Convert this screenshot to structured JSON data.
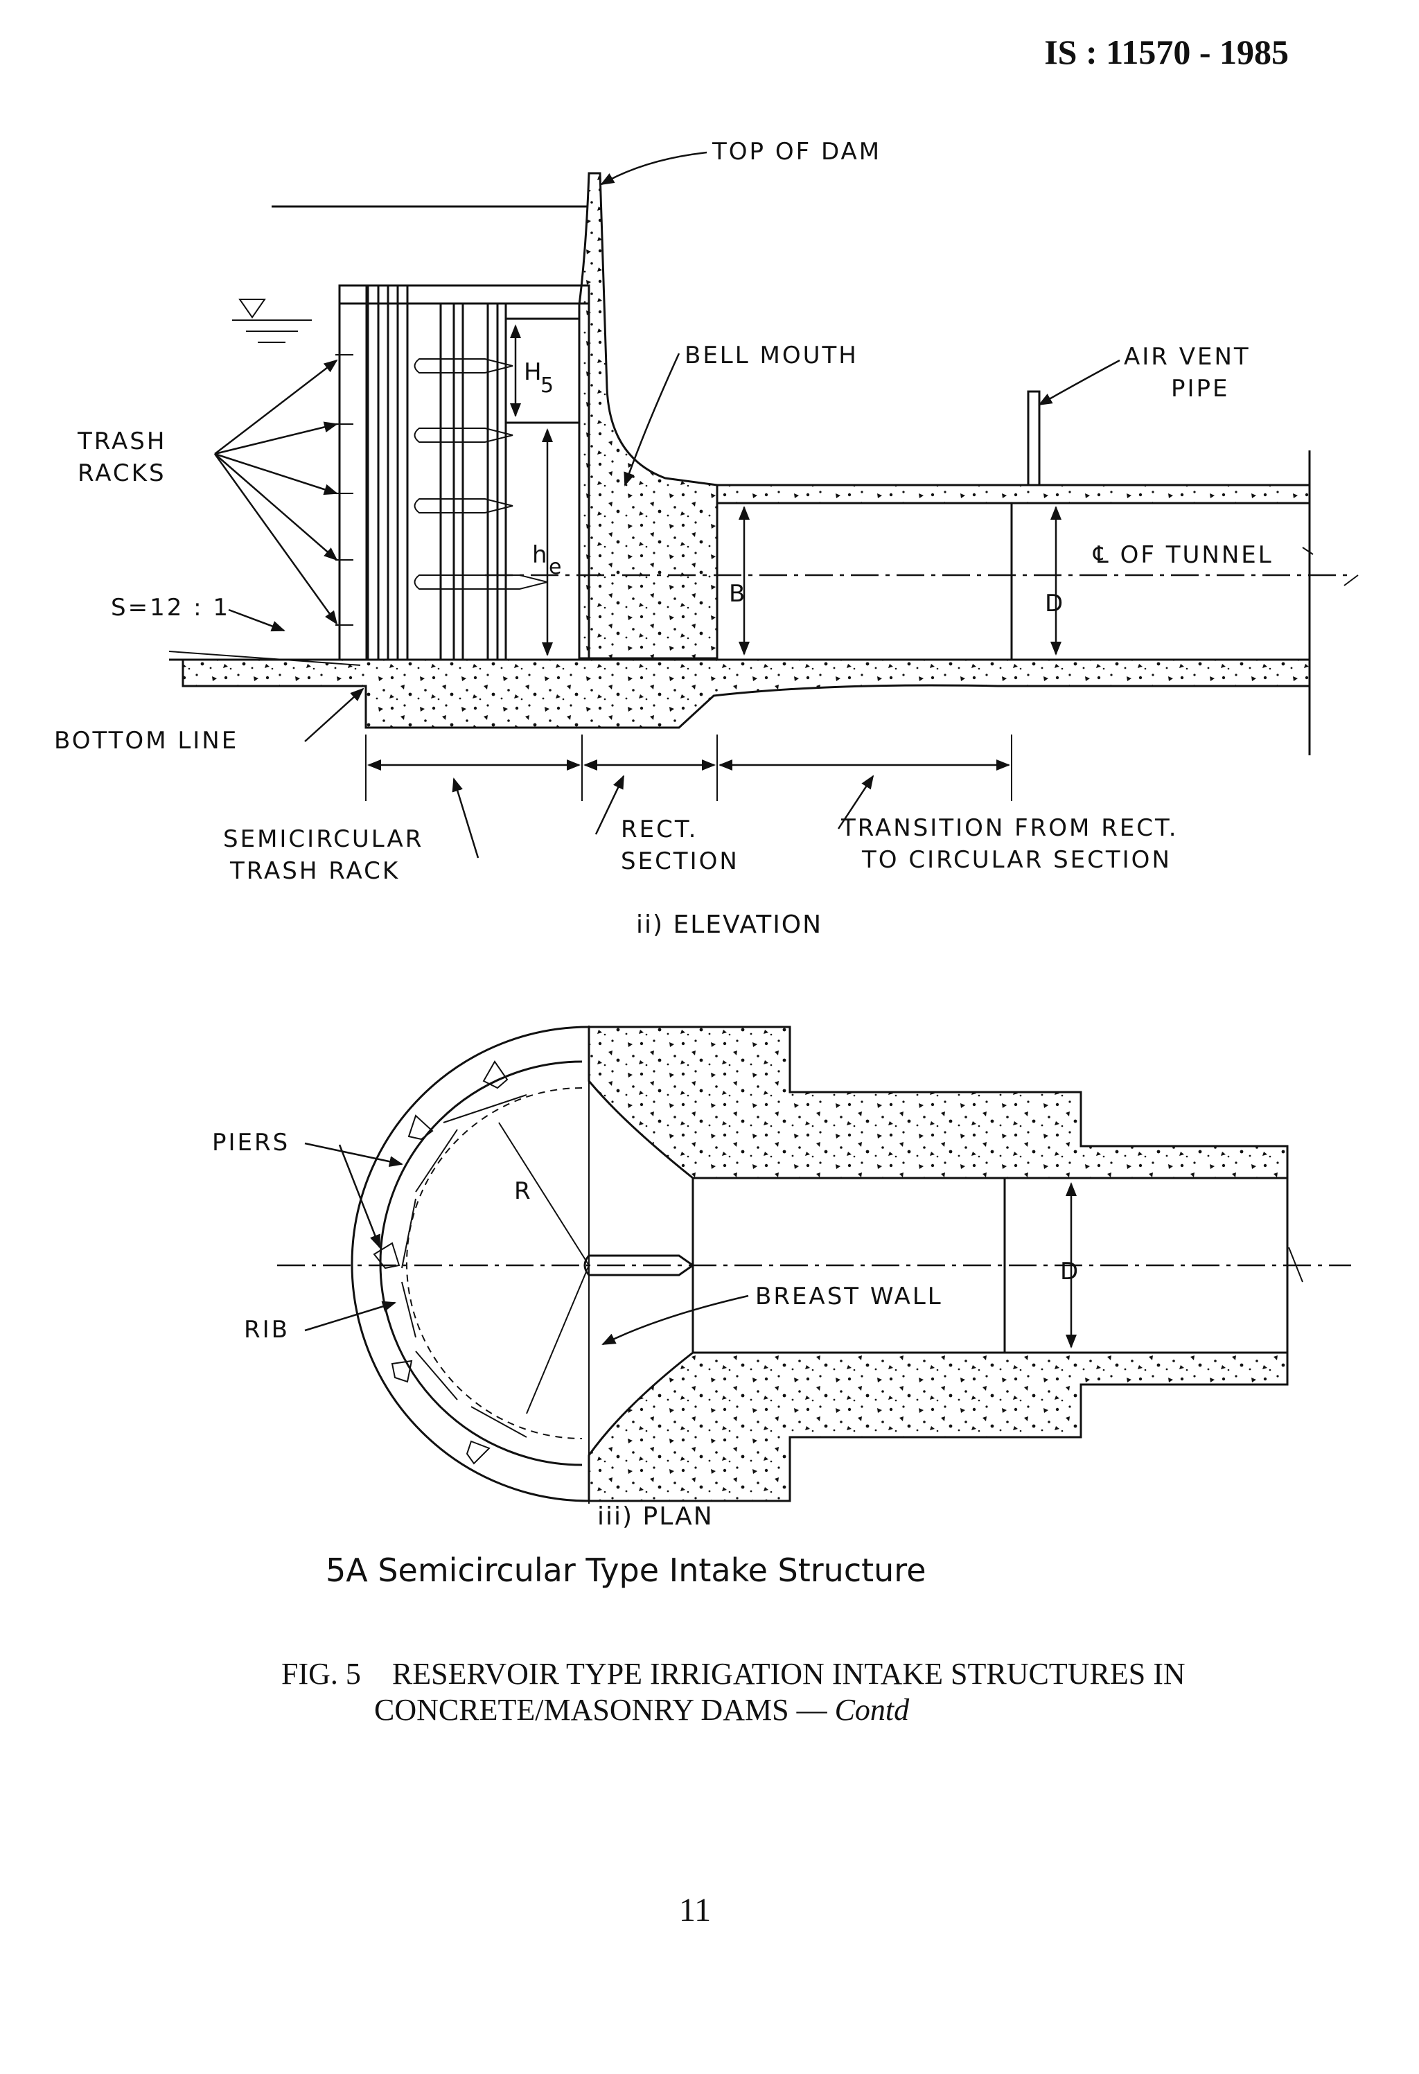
{
  "header": {
    "standard_id": "IS : 11570 - 1985"
  },
  "elevation": {
    "labels": {
      "top_of_dam": "TOP OF DAM",
      "bell_mouth": "BELL MOUTH",
      "air_vent_line1": "AIR VENT",
      "air_vent_line2": "PIPE",
      "trash_racks_line1": "TRASH",
      "trash_racks_line2": "RACKS",
      "slope": "S=12 : 1",
      "center_of_tunnel": "℄ OF TUNNEL",
      "h5": "H",
      "h5_sub": "5",
      "he": "h",
      "he_sub": "e",
      "b": "B",
      "d": "D",
      "bottom_line": "BOTTOM LINE",
      "semicircular_line1": "SEMICIRCULAR",
      "semicircular_line2": "TRASH RACK",
      "rect_line1": "RECT.",
      "rect_line2": "SECTION",
      "transition_line1": "TRANSITION FROM RECT.",
      "transition_line2": "TO CIRCULAR SECTION"
    },
    "caption": "ii)  ELEVATION"
  },
  "plan": {
    "labels": {
      "piers": "PIERS",
      "rib": "RIB",
      "r": "R",
      "breast_wall": "BREAST WALL",
      "d": "D"
    },
    "caption": "iii)  PLAN"
  },
  "subfigure_title": "5A   Semicircular Type Intake Structure",
  "figure_caption": {
    "line1_prefix": "FIG. 5",
    "line1_text": "RESERVOIR TYPE IRRIGATION INTAKE STRUCTURES IN",
    "line2_text": "CONCRETE/MASONRY DAMS — ",
    "line2_italic": "Contd"
  },
  "page_number": "11"
}
